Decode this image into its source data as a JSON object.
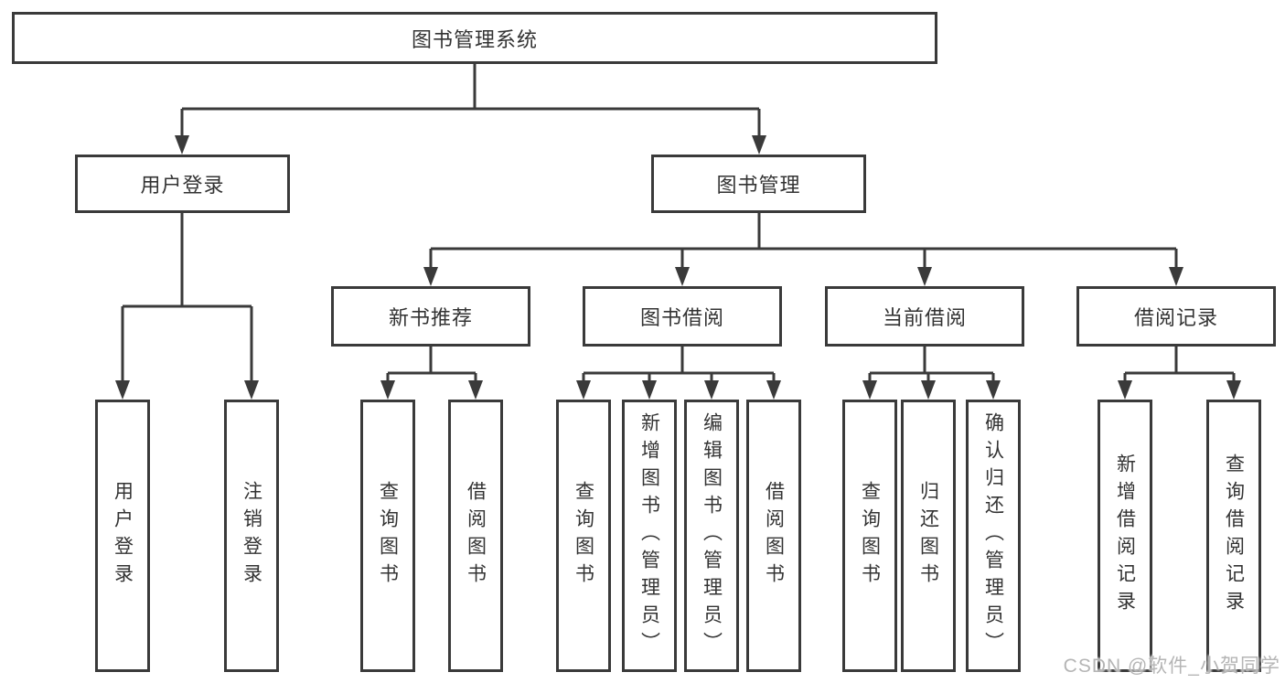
{
  "diagram": {
    "tree": {
      "label": "图书管理系统",
      "children": [
        {
          "label": "用户登录",
          "children": [
            {
              "label": "用户登录"
            },
            {
              "label": "注销登录"
            }
          ]
        },
        {
          "label": "图书管理",
          "children": [
            {
              "label": "新书推荐",
              "children": [
                {
                  "label": "查询图书"
                },
                {
                  "label": "借阅图书"
                }
              ]
            },
            {
              "label": "图书借阅",
              "children": [
                {
                  "label": "查询图书"
                },
                {
                  "label": "新增图书（管理员）"
                },
                {
                  "label": "编辑图书（管理员）"
                },
                {
                  "label": "借阅图书"
                }
              ]
            },
            {
              "label": "当前借阅",
              "children": [
                {
                  "label": "查询图书"
                },
                {
                  "label": "归还图书"
                },
                {
                  "label": "确认归还（管理员）"
                }
              ]
            },
            {
              "label": "借阅记录",
              "children": [
                {
                  "label": "新增借阅记录"
                },
                {
                  "label": "查询借阅记录"
                }
              ]
            }
          ]
        }
      ]
    },
    "colors": {
      "line": "#3a3a3a",
      "text": "#333333",
      "background": "#ffffff",
      "watermark": "#b5b5b5"
    }
  },
  "watermark": "CSDN @软件_小贺同学"
}
